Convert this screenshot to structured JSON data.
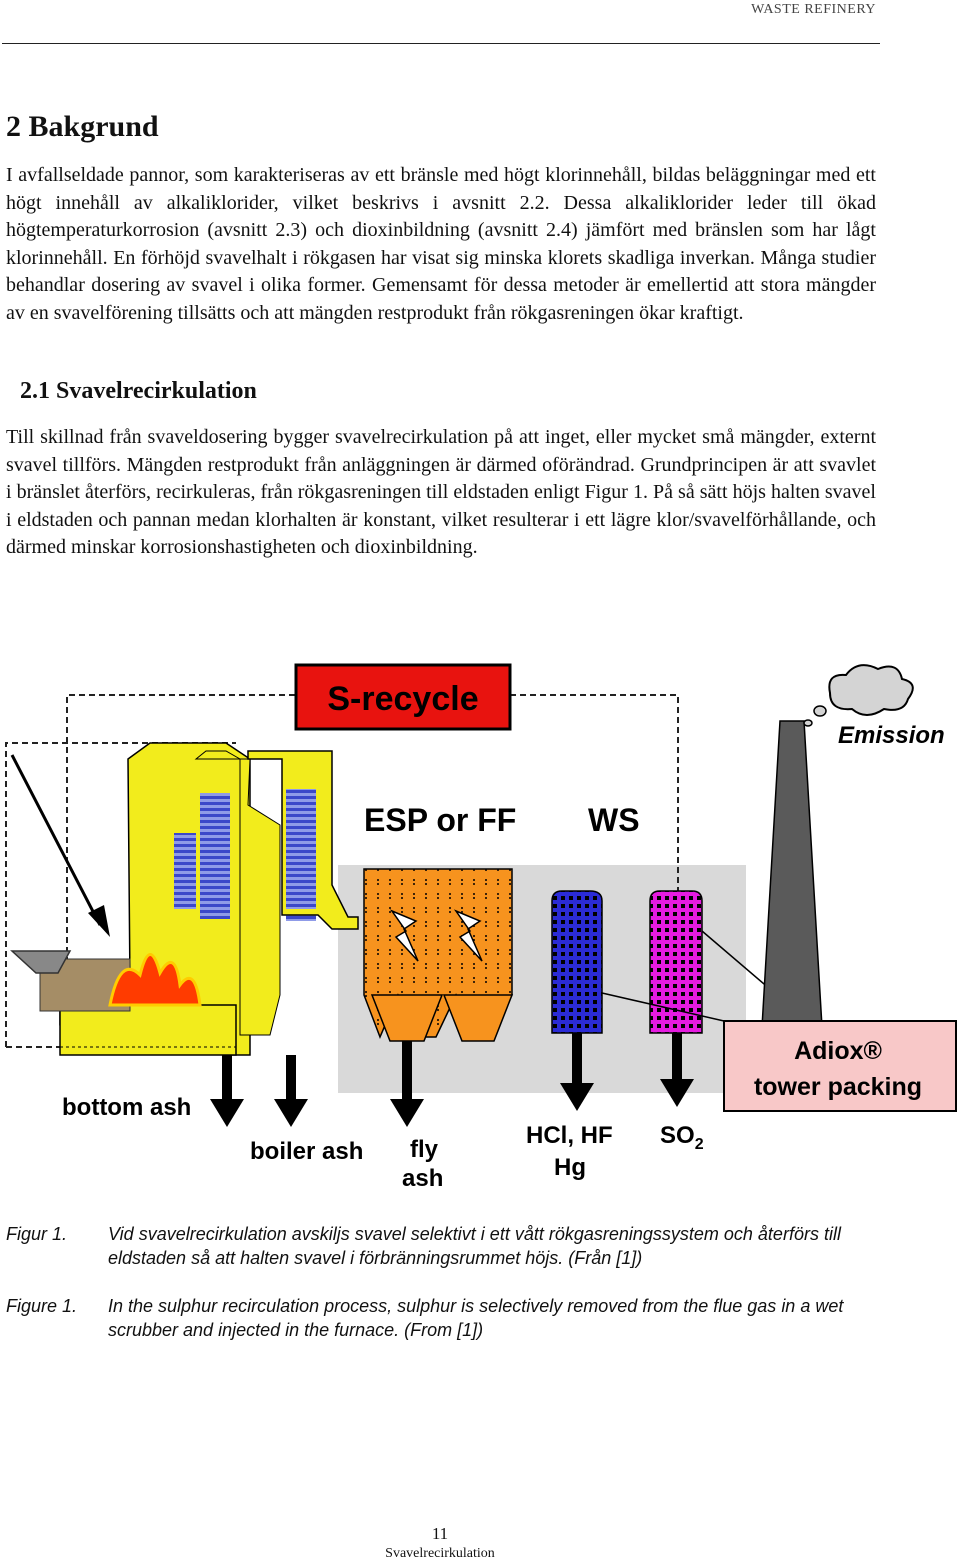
{
  "header": {
    "title": "WASTE REFINERY"
  },
  "section": {
    "heading": "2 Bakgrund",
    "paragraph": "I avfallseldade pannor, som karakteriseras av ett bränsle med högt klorinnehåll, bildas beläggningar med ett högt innehåll av alkaliklorider, vilket beskrivs i avsnitt 2.2. Dessa alkaliklorider leder till ökad högtemperaturkorrosion (avsnitt 2.3) och dioxinbildning (avsnitt 2.4) jämfört med bränslen som har lågt klorinnehåll. En förhöjd svavelhalt i rökgasen har visat sig minska klorets skadliga inverkan. Många studier behandlar dosering av svavel i olika former. Gemensamt för dessa metoder är emellertid att stora mängder av en svavelförening tillsätts och att mängden restprodukt från rökgasreningen ökar kraftigt."
  },
  "subsection": {
    "heading": "2.1 Svavelrecirkulation",
    "paragraph": "Till skillnad från svaveldosering bygger svavelrecirkulation på att inget, eller mycket små mängder, externt svavel tillförs. Mängden restprodukt från anläggningen är därmed oförändrad. Grundprincipen är att svavlet i bränslet återförs, recirkuleras, från rökgasreningen till eldstaden enligt Figur 1. På så sätt höjs halten svavel i eldstaden och pannan medan klorhalten är konstant, vilket resulterar i ett lägre klor/svavelförhållande, och därmed minskar korrosionshastigheten och dioxinbildning."
  },
  "figure": {
    "s_recycle": "S-recycle",
    "emission": "Emission",
    "esp_label": "ESP or FF",
    "ws_label": "WS",
    "adiox_line1": "Adiox®",
    "adiox_line2": "tower packing",
    "bottom_ash": "bottom ash",
    "boiler_ash": "boiler ash",
    "fly": "fly",
    "ash": "ash",
    "hcl_hf": "HCl, HF",
    "hg": "Hg",
    "so2": "SO",
    "so2_sub": "2",
    "colors": {
      "s_recycle_bg": "#e8130f",
      "boiler": "#f2ec1c",
      "esp": "#f7931e",
      "ws_blue": "#2b2bd6",
      "ws_magenta": "#e51be0",
      "adiox_bg": "#f8c8c8"
    }
  },
  "captions": [
    {
      "label": "Figur 1.",
      "text": "Vid svavelrecirkulation avskiljs svavel selektivt i ett vått rökgasreningssystem och återförs till eldstaden så att halten svavel i förbränningsrummet höjs. (Från [1])"
    },
    {
      "label": "Figure 1.",
      "text": "In the sulphur recirculation process, sulphur is selectively removed from the flue gas in a wet scrubber and injected in the furnace. (From [1])"
    }
  ],
  "footer": {
    "page_number": "11",
    "running_title": "Svavelrecirkulation"
  }
}
